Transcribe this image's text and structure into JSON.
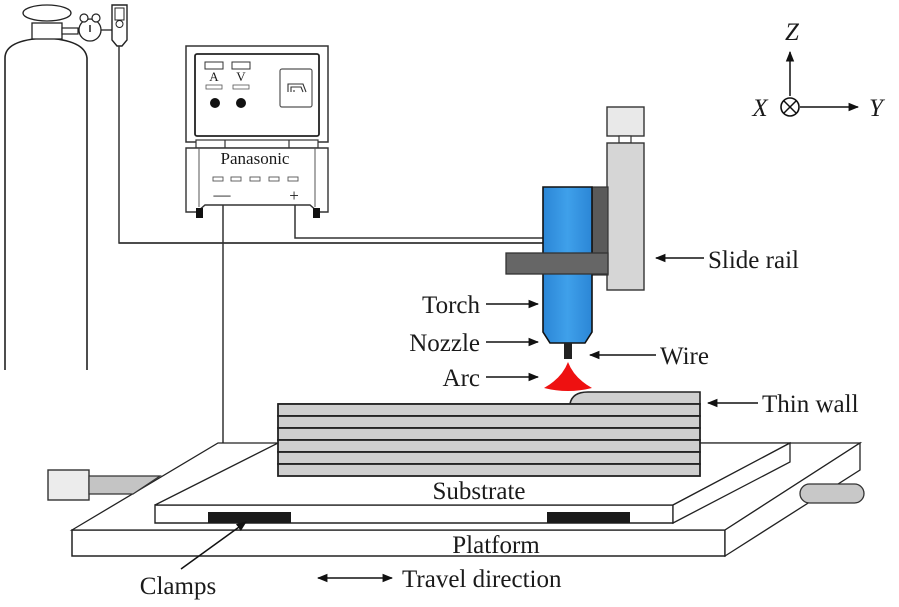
{
  "diagram": {
    "title": "Wire arc additive manufacturing setup",
    "power_source": {
      "brand": "Panasonic",
      "meter_labels": [
        "A",
        "V"
      ],
      "terminals": [
        "—",
        "+"
      ],
      "icons": [
        "ammeter-display",
        "voltmeter-display",
        "waveform-switch-icon",
        "knob-icon"
      ]
    },
    "axes": {
      "z": "Z",
      "x": "X",
      "y": "Y",
      "x_symbol": "into-page-cross-circle"
    },
    "labels": {
      "slide_rail": "Slide rail",
      "torch": "Torch",
      "nozzle": "Nozzle",
      "wire": "Wire",
      "arc": "Arc",
      "thin_wall": "Thin wall",
      "substrate": "Substrate",
      "platform": "Platform",
      "clamps": "Clamps",
      "travel_direction": "Travel direction"
    },
    "thin_wall_layers": 6,
    "colors": {
      "torch": "#3a96e0",
      "arc": "#ee1111",
      "slide_rail": "#d6d6d6",
      "bracket": "#666666",
      "layer_fill": "#cfcfcf",
      "clamp": "#1a1a1a"
    }
  }
}
